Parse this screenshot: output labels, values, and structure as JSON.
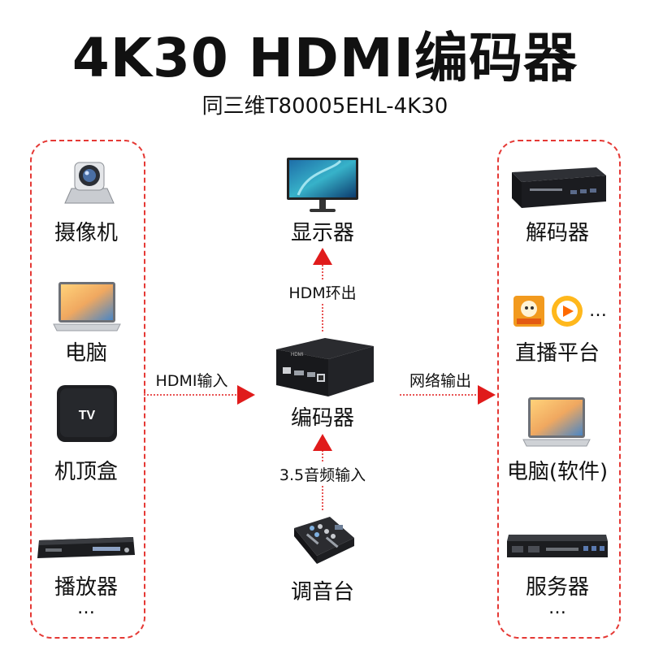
{
  "title": "4K30 HDMI编码器",
  "subtitle": "同三维T80005EHL-4K30",
  "inputs": {
    "items": [
      {
        "label": "摄像机",
        "icon": "ptz-camera-icon"
      },
      {
        "label": "电脑",
        "icon": "laptop-icon"
      },
      {
        "label": "机顶盒",
        "icon": "set-top-box-icon",
        "badge": "TV"
      },
      {
        "label": "播放器",
        "icon": "dvd-player-icon"
      }
    ],
    "more": "…"
  },
  "center": {
    "monitor_label": "显示器",
    "loop_out_label": "HDM环出",
    "encoder_label": "编码器",
    "audio_in_label": "3.5音频输入",
    "mixer_label": "调音台"
  },
  "links": {
    "hdmi_in_label": "HDMI输入",
    "network_out_label": "网络输出"
  },
  "outputs": {
    "items": [
      {
        "label": "解码器",
        "icon": "decoder-box-icon"
      },
      {
        "label": "直播平台",
        "icon": "streaming-platform-icon",
        "extra": "…"
      },
      {
        "label": "电脑(软件)",
        "icon": "laptop-icon"
      },
      {
        "label": "服务器",
        "icon": "rack-server-icon"
      }
    ],
    "more": "…"
  },
  "colors": {
    "accent": "#e01b1b",
    "dashed_border": "#e53935",
    "text": "#111111"
  }
}
